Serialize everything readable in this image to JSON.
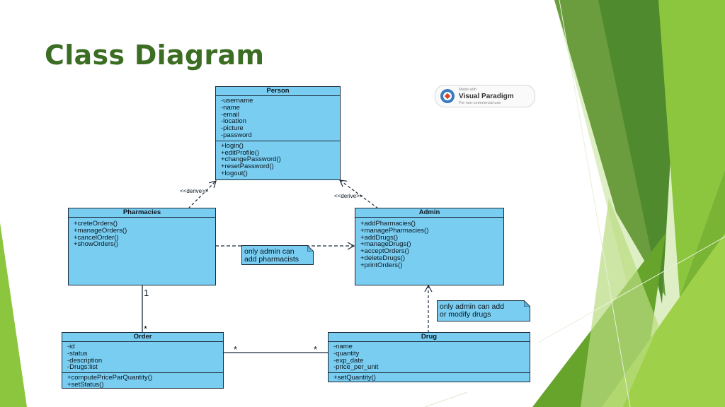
{
  "slide": {
    "title": "Class Diagram"
  },
  "logo": {
    "top": "Made with",
    "brand": "Visual Paradigm",
    "sub": "For non-commercial use"
  },
  "classes": {
    "person": {
      "name": "Person",
      "attributes": [
        "-username",
        "-name",
        "-email",
        "-location",
        "-picture",
        "-password"
      ],
      "operations": [
        "+login()",
        "+editProfile()",
        "+changePassword()",
        "+resetPassword()",
        "+logout()"
      ]
    },
    "pharmacies": {
      "name": "Pharmacies",
      "attributes": [],
      "operations": [
        "+creteOrders()",
        "+manageOrders()",
        "+cancelOrder()",
        "+showOrders()"
      ]
    },
    "admin": {
      "name": "Admin",
      "attributes": [],
      "operations": [
        "+addPharmacies()",
        "+managePharmacies()",
        "+addDrugs()",
        "+manageDrugs()",
        "+acceptOrders()",
        "+deleteDrugs()",
        "+printOrders()"
      ]
    },
    "order": {
      "name": "Order",
      "attributes": [
        "-id",
        "-status",
        "-description",
        "-Drugs:list"
      ],
      "operations": [
        "+computePriceParQuantity()",
        "+setStatus()"
      ]
    },
    "drug": {
      "name": "Drug",
      "attributes": [
        "-name",
        "-quantity",
        "-exp_date",
        "-price_per_unit"
      ],
      "operations": [
        "+setQuantity()"
      ]
    }
  },
  "relations": {
    "derive_left": "<<derive>>",
    "derive_right": "<<derive>>",
    "pharm_order_mult_top": "1",
    "pharm_order_mult_bottom": "*",
    "order_drug_mult_left": "*",
    "order_drug_mult_right": "*"
  },
  "notes": {
    "pharmacists": [
      "only admin can",
      "add pharmacists"
    ],
    "drugs": [
      "only admin can add",
      "or modify drugs"
    ]
  },
  "colors": {
    "class_fill": "#79cdf0",
    "title": "#3b6e22",
    "green_light": "#8cc63f",
    "green_dark": "#4e8a2f"
  }
}
